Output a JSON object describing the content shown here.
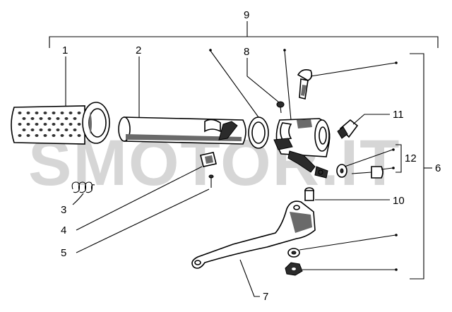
{
  "watermark": "SMOTOR.IT",
  "labels": {
    "l1": "1",
    "l2": "2",
    "l3": "3",
    "l4": "4",
    "l5": "5",
    "l6": "6",
    "l7": "7",
    "l8": "8",
    "l9": "9",
    "l10": "10",
    "l11": "11",
    "l12": "12"
  }
}
